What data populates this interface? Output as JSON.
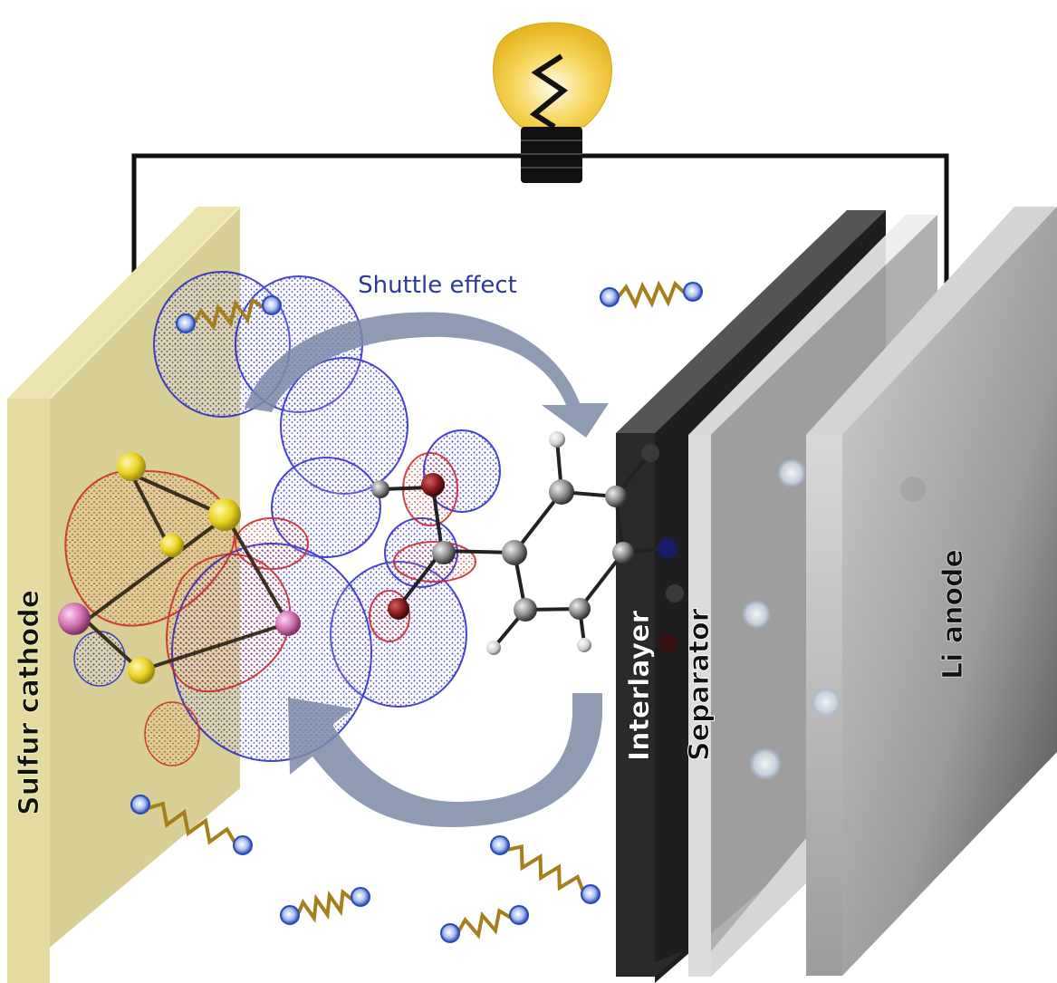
{
  "diagram": {
    "title_annotation": "Shuttle effect",
    "components": {
      "cathode": {
        "label": "Sulfur cathode",
        "color": "#e3dba0",
        "side_color": "#ede6ae",
        "edge_color": "#d6cd8e"
      },
      "interlayer": {
        "label": "Interlayer",
        "color": "#2a2a2a",
        "top_color": "#555555"
      },
      "separator": {
        "label": "Separator",
        "color": "#a9a9a9",
        "frame_color": "#dcdcdc"
      },
      "anode": {
        "label": "Li anode",
        "color_light": "#c8c8c8",
        "color_dark": "#4a4a4a"
      }
    },
    "bulb": {
      "glass_color": "#f2c531",
      "glow_color": "#fff8d8",
      "base_color": "#111111"
    },
    "wire_color": "#111111",
    "shuttle_arrow_color": "#7a8aa5",
    "annotation_color": "#2b3a9a",
    "polysulfide": {
      "sphere_color": "#2a49b8",
      "chain_color": "#a57e1d"
    },
    "molecule": {
      "sulfur_color": "#e8d21f",
      "lithium_color": "#d06fb0",
      "carbon_color": "#888888",
      "hydrogen_color": "#e8e8e8",
      "oxygen_color": "#8a1a1a",
      "nitrogen_color": "#1a1a6a",
      "orbital_negative": "#2222cc",
      "orbital_positive": "#cc2222"
    }
  }
}
